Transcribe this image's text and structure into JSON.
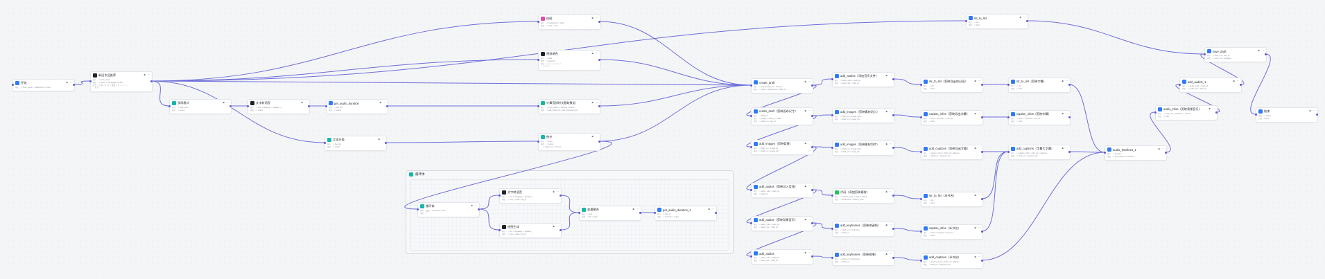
{
  "canvas": {
    "edge_color": "#6d6dd8"
  },
  "group": {
    "title": "循环体"
  },
  "nodes": [
    {
      "id": "start",
      "title": "开始",
      "icon": "flow-icon",
      "color": "bl",
      "rows": [
        [
          "输出",
          "◇ book_name  ◇ background  ◇ voice"
        ]
      ]
    },
    {
      "id": "gen",
      "title": "新旧作品推荐",
      "icon": "ai-icon",
      "color": "bk",
      "rows": [
        [
          "输入",
          "◇ book_name"
        ],
        [
          "输出",
          "◇ output  ◇ homepage_content"
        ],
        [
          "批注",
          "1. 你 ◇ 3 - 3 ◇ 批批 ◇ 2 ◇ ◇ ◇ ◇"
        ],
        [
          "",
          "打分"
        ]
      ]
    },
    {
      "id": "pic",
      "title": "绘图",
      "icon": "image-icon",
      "color": "pk",
      "rows": [
        [
          "输入",
          "◇ background  ◇ book"
        ],
        [
          "输出",
          "◇ data  ◇ msg"
        ]
      ]
    },
    {
      "id": "video",
      "title": "视频调色",
      "icon": "ai-icon",
      "color": "bk",
      "rows": [
        [
          "输入",
          "◇ data"
        ],
        [
          "输出",
          "◇ data(url)"
        ],
        [
          "批注",
          "◇ ◇ ◇ ◇ ◇ ◇ ◇ ◇"
        ],
        [
          "",
          "◇ ◇ ◇ ◇"
        ]
      ]
    },
    {
      "id": "mline",
      "title": "多段格式",
      "icon": "code-icon",
      "color": "tl",
      "rows": [
        [
          "输入",
          "◇ book_texts"
        ],
        [
          "输出",
          "◇ output"
        ]
      ]
    },
    {
      "id": "tts",
      "title": "文字转语音",
      "icon": "ai-icon",
      "color": "bk",
      "rows": [
        [
          "输入",
          "◇ text  ◇ language  ◇ speaker_i ..."
        ],
        [
          "输出",
          "◇ output"
        ]
      ]
    },
    {
      "id": "gadur",
      "title": "get_audio_duration",
      "icon": "plugin-icon",
      "color": "bl",
      "rows": [
        [
          "输入",
          "◇ text_list"
        ],
        [
          "输出",
          "◇ output"
        ]
      ]
    },
    {
      "id": "calc",
      "title": "计算音频时长截取数组",
      "icon": "code-icon",
      "color": "tl",
      "rows": [
        [
          "输入",
          "◇ input_param  ◇ duration_second ..."
        ],
        [
          "输出",
          "◇ add_audio_list  ◇ text_timestamp_list"
        ]
      ]
    },
    {
      "id": "seg",
      "title": "文本分段",
      "icon": "code-icon",
      "color": "tl",
      "rows": [
        [
          "输入",
          "◇ line_list"
        ],
        [
          "输出",
          "◇ output"
        ]
      ]
    },
    {
      "id": "merge",
      "title": "统计",
      "icon": "code-icon",
      "color": "tl",
      "rows": [
        [
          "输入",
          "◇ input"
        ],
        [
          "输出",
          "◇ output"
        ],
        [
          "",
          "◇ output_len  ◇ list_len"
        ]
      ]
    },
    {
      "id": "loopin",
      "title": "循环体",
      "icon": "loop-icon",
      "color": "tl",
      "rows": [
        [
          "循环",
          "固定  ◇ list_name  ◇ item"
        ],
        [
          "输出",
          "◇"
        ]
      ]
    },
    {
      "id": "tts2",
      "title": "文字转语音",
      "icon": "ai-icon",
      "color": "bk",
      "rows": [
        [
          "输入",
          "◇ text  ◇ language  ◇ speaker_i"
        ],
        [
          "输出",
          "◇ msg  ◇ code  ◇ log_id"
        ]
      ]
    },
    {
      "id": "img2",
      "title": "绘图生成",
      "icon": "ai-icon",
      "color": "bk",
      "rows": [
        [
          "输入",
          "◇ text  ◇ language  ◇ speaker_i"
        ],
        [
          "输出",
          "◇ msg  ◇ data  ◇ log_id"
        ]
      ]
    },
    {
      "id": "var",
      "title": "变量聚合",
      "icon": "code-icon",
      "color": "tl",
      "rows": [
        [
          "输入",
          "◇ img"
        ],
        [
          "输出",
          "◇ list  ◇ data"
        ]
      ]
    },
    {
      "id": "gadur2",
      "title": "get_audio_duration_1",
      "icon": "plugin-icon",
      "color": "bl",
      "rows": [
        [
          "输入",
          "◇ text_url"
        ],
        [
          "输出",
          "◇ seconds  ◇ image"
        ]
      ]
    },
    {
      "id": "create",
      "title": "create_draft",
      "icon": "plugin-icon",
      "color": "bl",
      "rows": [
        [
          "输入",
          "◇ img_design_url  ◇ text_list"
        ],
        [
          "输出",
          "◇ code  ◇ background  ◇ draft_url"
        ]
      ]
    },
    {
      "id": "resize",
      "title": "resize_draft（剪映画布尺寸）",
      "icon": "plugin-icon",
      "color": "bl",
      "rows": [
        [
          "输入",
          "◇ draft_url"
        ],
        [
          "输入",
          "◇ height  ◇ scale_tt  ◇ width"
        ],
        [
          "输出",
          "◇ draft_url  ◇ tag_url"
        ]
      ]
    },
    {
      "id": "addimg1",
      "title": "add_images（剪映背景）",
      "icon": "plugin-icon",
      "color": "bl",
      "rows": [
        [
          "输入",
          "◇ draft_url  ◇ image_url"
        ],
        [
          "输出",
          "◇ draft_url  ◇ image_ids ..."
        ]
      ]
    },
    {
      "id": "addaud1",
      "title": "add_audios（剪映导入音频）",
      "icon": "plugin-icon",
      "color": "bl",
      "rows": [
        [
          "输入",
          "◇ audio_infos  ◇ draft_url"
        ],
        [
          "输出",
          "◇ draft_url"
        ]
      ]
    },
    {
      "id": "addaud2",
      "title": "add_audios（剪映背景音乐）",
      "icon": "plugin-icon",
      "color": "bl",
      "rows": [
        [
          "输入",
          "◇ audio_infos  ◇ draft_url"
        ],
        [
          "输出",
          "◇ audio_ids  ◇ draft_url"
        ]
      ]
    },
    {
      "id": "addaud3",
      "title": "add_audios",
      "icon": "plugin-icon",
      "color": "bl",
      "rows": [
        [
          "输入",
          "◇ audio_infos  ◇ draft_url"
        ],
        [
          "输出",
          "◇ audio_ids  ◇ draft_url"
        ]
      ]
    },
    {
      "id": "addaudA",
      "title": "add_audios（添加音乐文件）",
      "icon": "plugin-icon",
      "color": "bl",
      "rows": [
        [
          "输入",
          "◇ audio_infos  ◇ draft_url"
        ],
        [
          "输出",
          "◇ audio_ids  ◇ draft_url"
        ]
      ]
    },
    {
      "id": "addimgA",
      "title": "add_images（剪映素材切入）",
      "icon": "plugin-icon",
      "color": "bl",
      "rows": [
        [
          "输入",
          "◇ draft_url  ◇ image_infos ..."
        ],
        [
          "输出",
          "◇ draft_url  ◇ image_ids ..."
        ]
      ]
    },
    {
      "id": "addimgB",
      "title": "add_images（剪映素材切片）",
      "icon": "plugin-icon",
      "color": "bl",
      "rows": [
        [
          "输入",
          "◇ draft_url  ◇ image_infos ..."
        ],
        [
          "输出",
          "◇ draft_url  ◇ image_ids ..."
        ]
      ]
    },
    {
      "id": "blk",
      "title": "代码（添加剪映素材）",
      "icon": "code-icon",
      "color": "gr",
      "rows": [
        [
          "输入",
          "◇ caption_infos  ◇ caption_infos2"
        ],
        [
          "输出",
          "◇ keyframes  ◇ caption_infos"
        ]
      ]
    },
    {
      "id": "addkfA",
      "title": "add_keyframes（剪映关键帧）",
      "icon": "plugin-icon",
      "color": "bl",
      "rows": [
        [
          "输入",
          "◇ draft_url  ◇ keyframes"
        ],
        [
          "输出",
          "◇ draft_url"
        ]
      ]
    },
    {
      "id": "addkfB",
      "title": "add_keyframes（剪映修缮）",
      "icon": "plugin-icon",
      "color": "bl",
      "rows": [
        [
          "输入",
          "◇ draft_url  ◇ keyframes"
        ],
        [
          "输出",
          "◇ draft_url"
        ]
      ]
    },
    {
      "id": "strA",
      "title": "str_to_list（剪映导出的分段）",
      "icon": "plugin-icon",
      "color": "bl",
      "rows": [
        [
          "输入",
          "◇ obj"
        ],
        [
          "输出",
          "◇ infos"
        ]
      ]
    },
    {
      "id": "capA",
      "title": "caption_infos（剪映导出字幕）",
      "icon": "plugin-icon",
      "color": "bl",
      "rows": [
        [
          "输入",
          "◇ texts  ◇ timelines  ◇ font_siz ..."
        ],
        [
          "输出",
          "◇ infos"
        ]
      ]
    },
    {
      "id": "addcapA",
      "title": "add_captions（剪映导出字幕）",
      "icon": "plugin-icon",
      "color": "bl",
      "rows": [
        [
          "输入",
          "◇ caption_infos  ◇ draft_url  ◇ alignme ..."
        ],
        [
          "输出",
          "◇ draft_url  ◇ segment_ids ..."
        ]
      ]
    },
    {
      "id": "strB",
      "title": "str_to_list（半书名）",
      "icon": "plugin-icon",
      "color": "bl",
      "rows": [
        [
          "输入",
          "◇ obj"
        ],
        [
          "输出",
          "◇ infos"
        ]
      ]
    },
    {
      "id": "capB",
      "title": "caption_infos（半书名）",
      "icon": "plugin-icon",
      "color": "bl",
      "rows": [
        [
          "输入",
          "◇ texts  ◇ timelines  ◇ font_siz ..."
        ],
        [
          "输出",
          "◇ infos"
        ]
      ]
    },
    {
      "id": "addcapB",
      "title": "add_captions（半书名）",
      "icon": "plugin-icon",
      "color": "bl",
      "rows": [
        [
          "输入",
          "◇ caption_infos  ◇ draft_url  ◇ alignme ..."
        ],
        [
          "输出",
          "◇ draft_url  ◇ segment_ids ..."
        ]
      ]
    },
    {
      "id": "strC",
      "title": "str_to_list（剪映字幕）",
      "icon": "plugin-icon",
      "color": "bl",
      "rows": [
        [
          "输入",
          "◇ obj"
        ],
        [
          "输出",
          "◇ infos"
        ]
      ]
    },
    {
      "id": "capC",
      "title": "caption_infos（剪映字幕）",
      "icon": "plugin-icon",
      "color": "bl",
      "rows": [
        [
          "输入",
          "◇ texts  ◇ timelines  ◇ font_siz ..."
        ],
        [
          "输出",
          "◇ infos"
        ]
      ]
    },
    {
      "id": "addcapC",
      "title": "add_captions（字幕大字幕）",
      "icon": "plugin-icon",
      "color": "bl",
      "rows": [
        [
          "输入",
          "◇ caption_infos  ◇ draft_url  ◇ alignme ..."
        ],
        [
          "输出",
          "◇ draft_url  ◇ segment_ids ..."
        ]
      ]
    },
    {
      "id": "strD",
      "title": "str_to_list",
      "icon": "plugin-icon",
      "color": "bl",
      "rows": [
        [
          "输入",
          "◇ obj"
        ],
        [
          "输出",
          "◇ infos"
        ]
      ]
    },
    {
      "id": "audtf",
      "title": "audio_timelines_1",
      "icon": "plugin-icon",
      "color": "bl",
      "rows": [
        [
          "输入",
          "◇ duration"
        ],
        [
          "输出",
          "◇ all_timelines  ◇ timelines ..."
        ]
      ]
    },
    {
      "id": "addaudB",
      "title": "add_audios_1",
      "icon": "plugin-icon",
      "color": "bl",
      "rows": [
        [
          "输入",
          "◇ audio_infos  ◇ draft_url"
        ],
        [
          "输出",
          "◇ audio_ids  ◇ draft_url"
        ]
      ]
    },
    {
      "id": "audinfo",
      "title": "audio_infos（剪映背景音乐）",
      "icon": "plugin-icon",
      "color": "bl",
      "rows": [
        [
          "输入",
          "◇ mp3_urls  ◇ timelines  ◇ volume"
        ],
        [
          "输出",
          "◇ infos"
        ]
      ]
    },
    {
      "id": "save",
      "title": "save_draft",
      "icon": "plugin-icon",
      "color": "bl",
      "rows": [
        [
          "输入",
          "◇ draft_url  ◇ user_id"
        ],
        [
          "输出",
          "◇ draft_url  ◇ message"
        ]
      ]
    },
    {
      "id": "end",
      "title": "结束",
      "icon": "flow-icon",
      "color": "bl",
      "rows": [
        [
          "输出",
          "◇ output"
        ],
        [
          "回答",
          "output"
        ]
      ]
    }
  ]
}
